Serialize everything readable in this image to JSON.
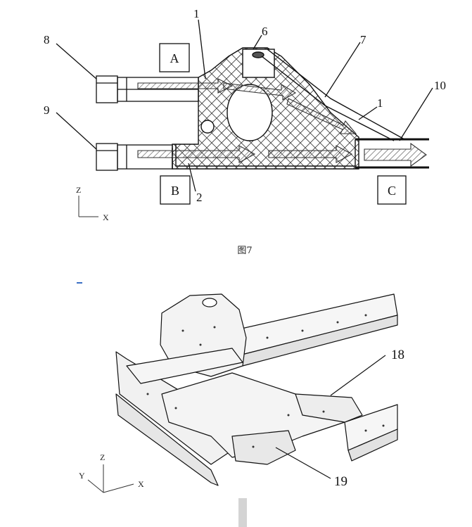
{
  "figure7": {
    "caption": "图7",
    "boxes": {
      "a": "A",
      "b": "B",
      "c": "C"
    },
    "callouts": {
      "c1_top": "1",
      "c1_right": "1",
      "c2": "2",
      "c6": "6",
      "c7": "7",
      "c8": "8",
      "c9": "9",
      "c10": "10"
    },
    "axis": {
      "z": "Z",
      "x": "X"
    }
  },
  "figure8": {
    "callouts": {
      "c18": "18",
      "c19": "19"
    },
    "axis": {
      "z": "Z",
      "y": "Y",
      "x": "X"
    }
  },
  "colors": {
    "line": "#111111",
    "hatch": "#555555",
    "mark": "#3a6fc4"
  }
}
